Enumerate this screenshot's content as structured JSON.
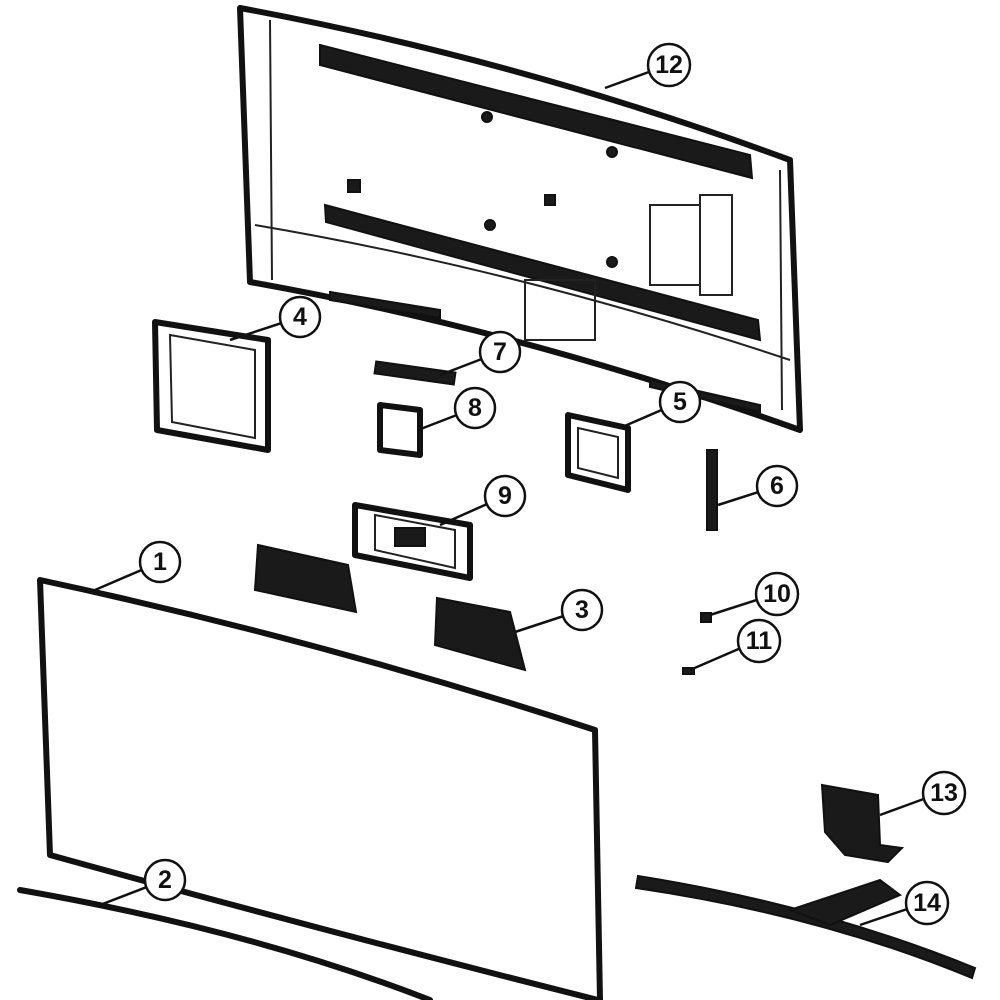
{
  "callouts": [
    {
      "id": "part-1",
      "label": "1"
    },
    {
      "id": "part-2",
      "label": "2"
    },
    {
      "id": "part-3",
      "label": "3"
    },
    {
      "id": "part-4",
      "label": "4"
    },
    {
      "id": "part-5",
      "label": "5"
    },
    {
      "id": "part-6",
      "label": "6"
    },
    {
      "id": "part-7",
      "label": "7"
    },
    {
      "id": "part-8",
      "label": "8"
    },
    {
      "id": "part-9",
      "label": "9"
    },
    {
      "id": "part-10",
      "label": "10"
    },
    {
      "id": "part-11",
      "label": "11"
    },
    {
      "id": "part-12",
      "label": "12"
    },
    {
      "id": "part-13",
      "label": "13"
    },
    {
      "id": "part-14",
      "label": "14"
    }
  ]
}
